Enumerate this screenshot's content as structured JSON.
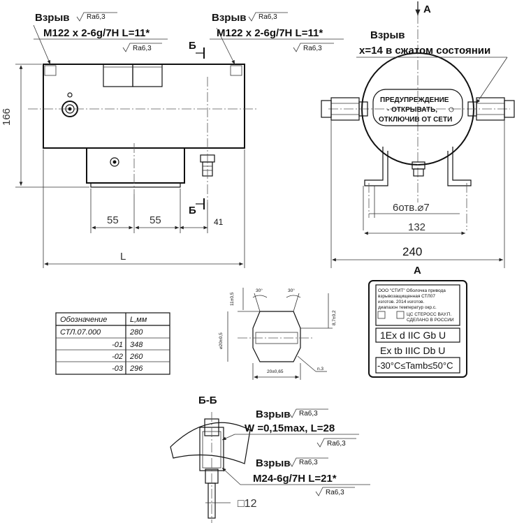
{
  "annotations": {
    "explosion": "Взрыв",
    "roughness": "Ra6,3",
    "thread_top": "M122 x 2-6g/7H L=11*",
    "section_mark": "Б",
    "view_mark": "А",
    "compressed": "x=14 в сжатом состоянии",
    "w_note": "W =0,15max, L=28",
    "thread_bottom": "M24-6g/7H L=21*",
    "section_title": "Б-Б"
  },
  "dimensions": {
    "height_166": "166",
    "d55_a": "55",
    "d55_b": "55",
    "d41": "41",
    "length_L": "L",
    "holes": "6отв.⌀7",
    "d132": "132",
    "d240": "240",
    "square12": "□12",
    "ring_11": "11±0,5",
    "ring_87": "8,7±0,2",
    "ring_dia": "⌀20±0,5",
    "ring_20": "20±0,65",
    "angle_30a": "30°",
    "angle_30b": "30°",
    "ring_n": "n.3"
  },
  "warning_plate": {
    "line1": "ПРЕДУПРЕЖДЕНИЕ",
    "line2": "- ОТКРЫВАТЬ,",
    "line3": "ОТКЛЮЧИВ ОТ СЕТИ"
  },
  "nameplate": {
    "company": "ООО \"СТИТ\" Оболочка привода",
    "product": "взрывозащищенная СТЛ07",
    "line3": "изготов. 2014 изготов.",
    "line4": "диапазон температур окр.с.",
    "cert": "ЦС СТЕРОСС ВАУ.П.",
    "made": "СДЕЛАНО В РОССИИ",
    "ex1": "1Ex d  IIC  Gb U",
    "ex2": "Ex tb IIIC Db U",
    "temp": "-30°C≤Tamb≤50°C"
  },
  "table": {
    "headers": [
      "Обозначение",
      "L,мм"
    ],
    "rows": [
      [
        "СТЛ.07.000",
        "280"
      ],
      [
        "-01",
        "348"
      ],
      [
        "-02",
        "260"
      ],
      [
        "-03",
        "296"
      ]
    ]
  }
}
